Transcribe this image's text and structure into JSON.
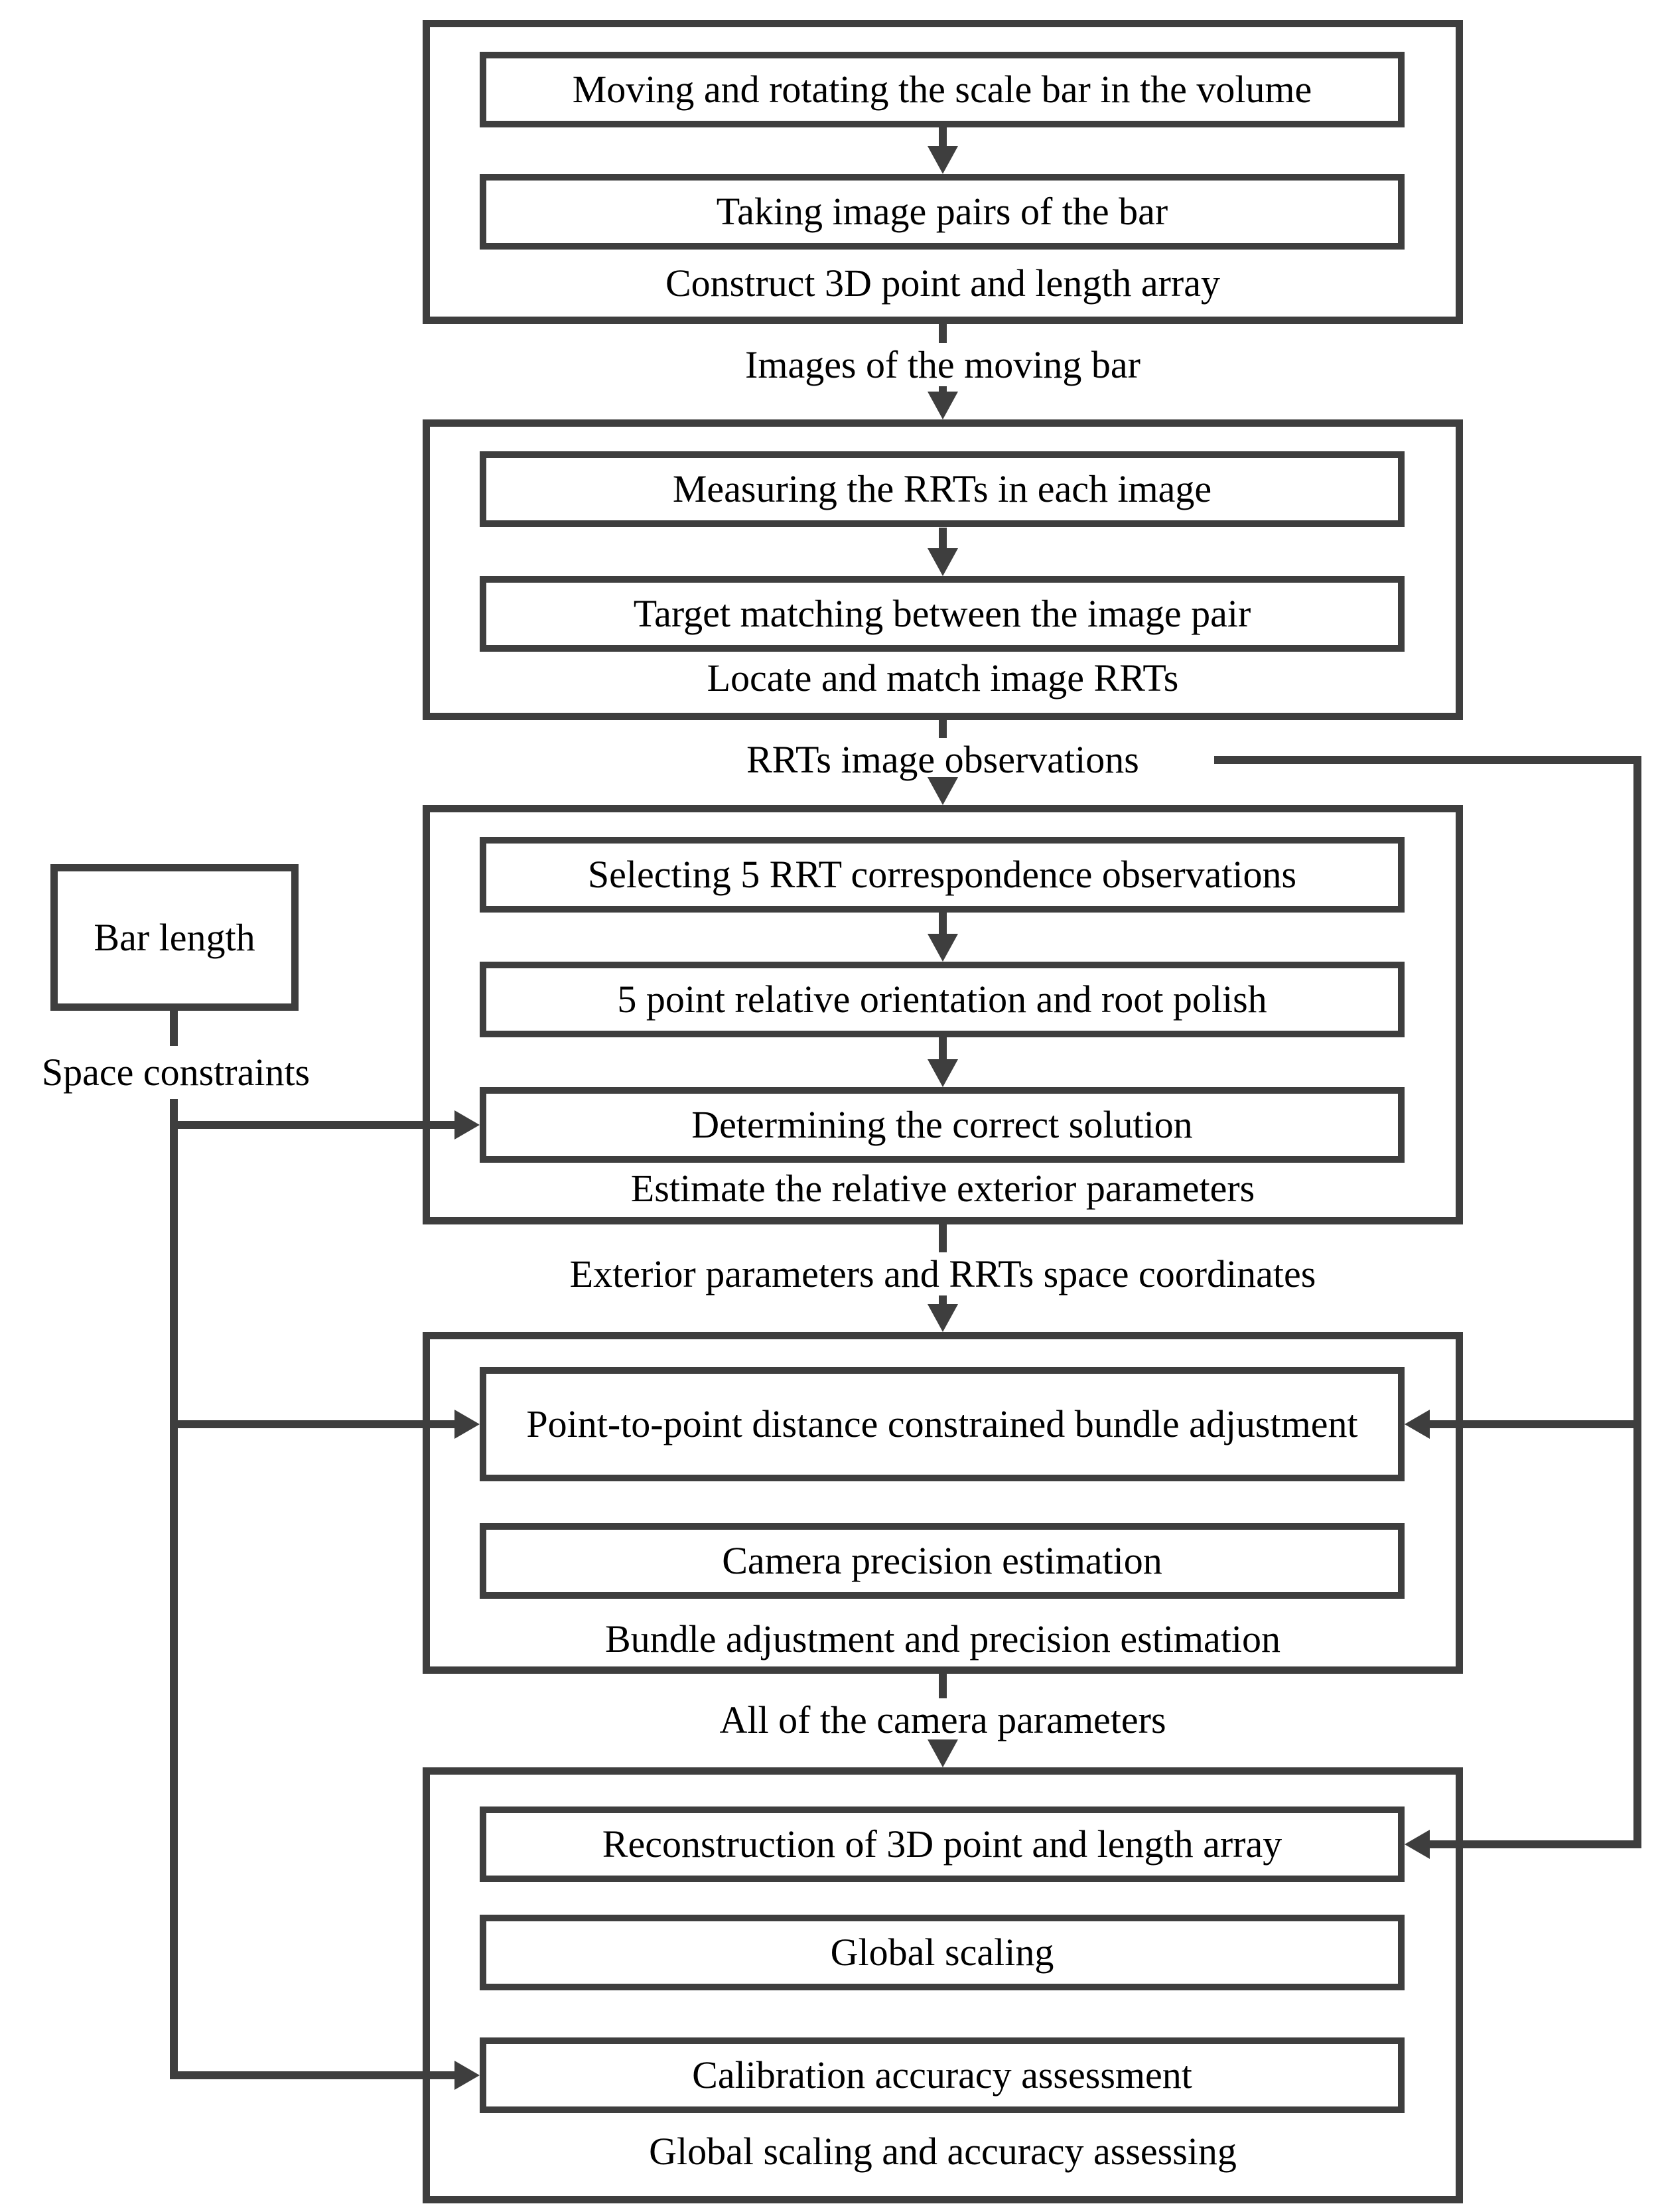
{
  "flowchart": {
    "colors": {
      "line": "#3e3e3e",
      "text": "#000000",
      "background": "#ffffff"
    },
    "inputs": {
      "bar_length": "Bar length",
      "space_constraints": "Space constraints"
    },
    "sections": [
      {
        "label": "Construct 3D point and length array",
        "steps": [
          "Moving and rotating the scale bar in the  volume",
          "Taking image pairs of the bar"
        ],
        "output": "Images of the moving bar"
      },
      {
        "label": "Locate and match image RRTs",
        "steps": [
          "Measuring the RRTs in each image",
          "Target  matching between the image pair"
        ],
        "output": "RRTs image observations"
      },
      {
        "label": "Estimate the relative exterior parameters",
        "steps": [
          "Selecting 5 RRT correspondence observations",
          "5 point relative orientation and root polish",
          "Determining the correct solution"
        ],
        "output": "Exterior parameters and RRTs space coordinates"
      },
      {
        "label": "Bundle adjustment and precision estimation",
        "steps": [
          "Point-to-point distance constrained bundle adjustment",
          "Camera precision estimation"
        ],
        "output": "All of the camera parameters"
      },
      {
        "label": "Global scaling and accuracy assessing",
        "steps": [
          "Reconstruction of 3D point and length array",
          "Global scaling",
          "Calibration accuracy assessment"
        ]
      }
    ]
  }
}
